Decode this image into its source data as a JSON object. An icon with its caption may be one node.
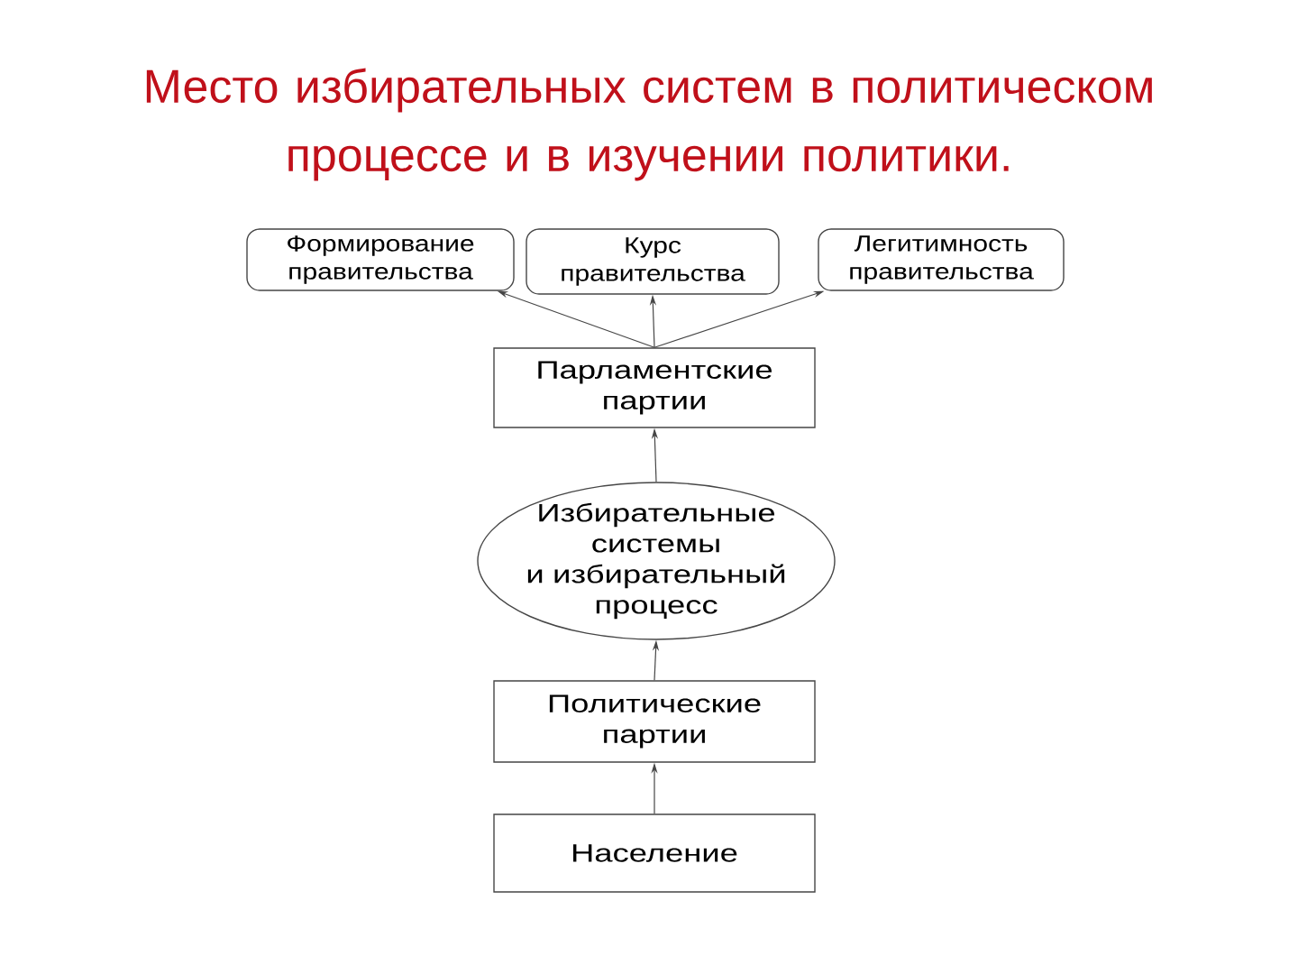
{
  "diagram": {
    "title": "Место избирательных систем в политическом процессе и в изучении политики.",
    "nodes": [
      {
        "text": [
          "Формирование правительства"
        ]
      },
      {
        "text": [
          "Курс правительства"
        ]
      },
      {
        "text": [
          "Легитимность правительства"
        ]
      },
      {
        "text": [
          "Парламентские партии"
        ]
      },
      {
        "text": [
          "Избирательные системы и избирательный процесс"
        ]
      },
      {
        "text": [
          "Политические партии"
        ]
      },
      {
        "text": [
          "Население"
        ]
      }
    ],
    "edges": [
      {
        "from": 6,
        "to": 5,
        "arrow": "to"
      },
      {
        "from": 5,
        "to": 4,
        "arrow": "to"
      },
      {
        "from": 4,
        "to": 3,
        "arrow": "to"
      },
      {
        "from": 3,
        "to": 0,
        "arrow": "to"
      },
      {
        "from": 3,
        "to": 1,
        "arrow": "to"
      },
      {
        "from": 3,
        "to": 2,
        "arrow": "to"
      }
    ]
  }
}
